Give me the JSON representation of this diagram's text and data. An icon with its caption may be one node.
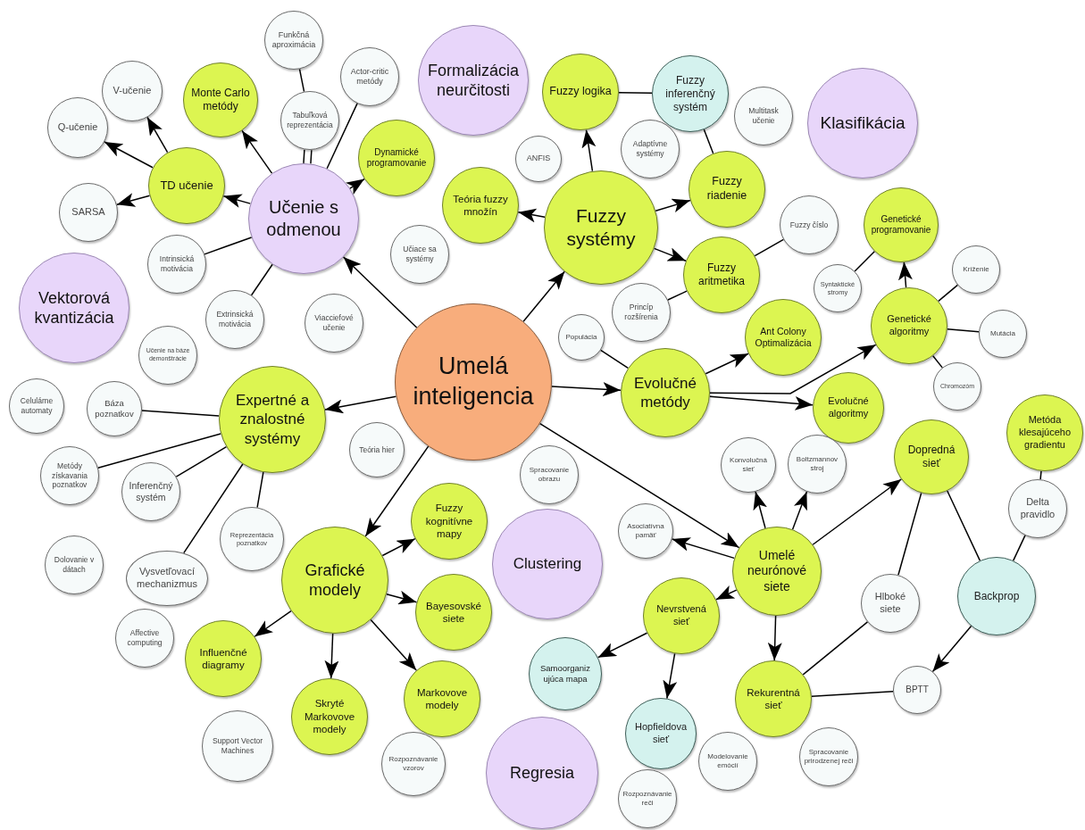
{
  "diagram": {
    "nodes": [
      {
        "text": [
          "Umelá inteligencia"
        ]
      },
      {
        "text": [
          "Učenie s odmenou"
        ]
      },
      {
        "text": [
          "Fuzzy systémy"
        ]
      },
      {
        "text": [
          "Evolučné metódy"
        ]
      },
      {
        "text": [
          "Expertné a znalostné systémy"
        ]
      },
      {
        "text": [
          "Grafické modely"
        ]
      },
      {
        "text": [
          "Umelé neurónové siete"
        ]
      },
      {
        "text": [
          "Funkčná aproximácia"
        ]
      },
      {
        "text": [
          "Formalizácia neurčitosti"
        ]
      },
      {
        "text": [
          "Actor-critic metódy"
        ]
      },
      {
        "text": [
          "V-učenie"
        ]
      },
      {
        "text": [
          "Monte Carlo metódy"
        ]
      },
      {
        "text": [
          "Fuzzy logika"
        ]
      },
      {
        "text": [
          "Fuzzy inferenčný systém"
        ]
      },
      {
        "text": [
          "Tabuľková reprezentácia"
        ]
      },
      {
        "text": [
          "Multitask učenie"
        ]
      },
      {
        "text": [
          "Klasifikácia"
        ]
      },
      {
        "text": [
          "Q-učenie"
        ]
      },
      {
        "text": [
          "Dynamické programovanie"
        ]
      },
      {
        "text": [
          "ANFIS"
        ]
      },
      {
        "text": [
          "Adaptívne systémy"
        ]
      },
      {
        "text": [
          "TD učenie"
        ]
      },
      {
        "text": [
          "Teória fuzzy množín"
        ]
      },
      {
        "text": [
          "Fuzzy riadenie"
        ]
      },
      {
        "text": [
          "SARSA"
        ]
      },
      {
        "text": [
          "Genetické programovanie"
        ]
      },
      {
        "text": [
          "Fuzzy číslo"
        ]
      },
      {
        "text": [
          "Učiace sa systémy"
        ]
      },
      {
        "text": [
          "Intrinsická motivácia"
        ]
      },
      {
        "text": [
          "Fuzzy aritmetika"
        ]
      },
      {
        "text": [
          "Kríženie"
        ]
      },
      {
        "text": [
          "Syntaktické stromy"
        ]
      },
      {
        "text": [
          "Vektorová kvantizácia"
        ]
      },
      {
        "text": [
          "Princíp rozšírenia"
        ]
      },
      {
        "text": [
          "Extrinsická motivácia"
        ]
      },
      {
        "text": [
          "Viacciefové učenie"
        ]
      },
      {
        "text": [
          "Genetické algoritmy"
        ]
      },
      {
        "text": [
          "Mutácia"
        ]
      },
      {
        "text": [
          "Populácia"
        ]
      },
      {
        "text": [
          "Ant Colony Optimalizácia"
        ]
      },
      {
        "text": [
          "Učenie na báze demonštrácie"
        ]
      },
      {
        "text": [
          "Chromozóm"
        ]
      },
      {
        "text": [
          "Evolučné algoritmy"
        ]
      },
      {
        "text": [
          "Celulárne automaty"
        ]
      },
      {
        "text": [
          "Báza poznatkov"
        ]
      },
      {
        "text": [
          "Teória hier"
        ]
      },
      {
        "text": [
          "Metóda klesajúceho gradientu"
        ]
      },
      {
        "text": [
          "Spracovanie obrazu"
        ]
      },
      {
        "text": [
          "Konvolučná sieť"
        ]
      },
      {
        "text": [
          "Boltzmannov stroj"
        ]
      },
      {
        "text": [
          "Dopredná sieť"
        ]
      },
      {
        "text": [
          "Metódy získavania poznatkov"
        ]
      },
      {
        "text": [
          "Inferenčný systém"
        ]
      },
      {
        "text": [
          "Delta pravidlo"
        ]
      },
      {
        "text": [
          "Fuzzy kognitívne mapy"
        ]
      },
      {
        "text": [
          "Reprezentácia poznatkov"
        ]
      },
      {
        "text": [
          "Asociatívna pamäť"
        ]
      },
      {
        "text": [
          "Dolovanie v dátach"
        ]
      },
      {
        "text": [
          "Vysvetľovací mechanizmus"
        ]
      },
      {
        "text": [
          "Clustering"
        ]
      },
      {
        "text": [
          "Bayesovské siete"
        ]
      },
      {
        "text": [
          "Hlboké siete"
        ]
      },
      {
        "text": [
          "Backprop"
        ]
      },
      {
        "text": [
          "Nevrstvená sieť"
        ]
      },
      {
        "text": [
          "Affective computing"
        ]
      },
      {
        "text": [
          "Influenčné diagramy"
        ]
      },
      {
        "text": [
          "Samoorganiz ujúca mapa"
        ]
      },
      {
        "text": [
          "Rekurentná sieť"
        ]
      },
      {
        "text": [
          "BPTT"
        ]
      },
      {
        "text": [
          "Markovove modely"
        ]
      },
      {
        "text": [
          "Skryté Markovove modely"
        ]
      },
      {
        "text": [
          "Hopfieldova sieť"
        ]
      },
      {
        "text": [
          "Support Vector Machines"
        ]
      },
      {
        "text": [
          "Spracovanie prirodzenej reči"
        ]
      },
      {
        "text": [
          "Modelovanie emócií"
        ]
      },
      {
        "text": [
          "Rozpoznávanie vzorov"
        ]
      },
      {
        "text": [
          "Regresia"
        ]
      },
      {
        "text": [
          "Rozpoznávanie reči"
        ]
      }
    ],
    "edges": [
      {
        "from": 0,
        "to": 1,
        "arrow": "to"
      },
      {
        "from": 0,
        "to": 2,
        "arrow": "to"
      },
      {
        "from": 0,
        "to": 3,
        "arrow": "to"
      },
      {
        "from": 0,
        "to": 4,
        "arrow": "to"
      },
      {
        "from": 0,
        "to": 5,
        "arrow": "to"
      },
      {
        "from": 0,
        "to": 6,
        "arrow": "to"
      },
      {
        "from": 1,
        "to": 21,
        "arrow": "to"
      },
      {
        "from": 1,
        "to": 11,
        "arrow": "to"
      },
      {
        "from": 1,
        "to": 18,
        "arrow": "to"
      },
      {
        "from": 1,
        "to": 14,
        "arrow": "none"
      },
      {
        "from": 1,
        "to": 14,
        "arrow": "none"
      },
      {
        "from": 14,
        "to": 7,
        "arrow": "none"
      },
      {
        "from": 1,
        "to": 9,
        "arrow": "none"
      },
      {
        "from": 1,
        "to": 28,
        "arrow": "none"
      },
      {
        "from": 1,
        "to": 34,
        "arrow": "none"
      },
      {
        "from": 21,
        "to": 17,
        "arrow": "to"
      },
      {
        "from": 21,
        "to": 10,
        "arrow": "to"
      },
      {
        "from": 21,
        "to": 24,
        "arrow": "to"
      },
      {
        "from": 2,
        "to": 12,
        "arrow": "to"
      },
      {
        "from": 2,
        "to": 22,
        "arrow": "to"
      },
      {
        "from": 2,
        "to": 23,
        "arrow": "to"
      },
      {
        "from": 2,
        "to": 29,
        "arrow": "to"
      },
      {
        "from": 12,
        "to": 13,
        "arrow": "none"
      },
      {
        "from": 13,
        "to": 23,
        "arrow": "none"
      },
      {
        "from": 29,
        "to": 26,
        "arrow": "none"
      },
      {
        "from": 29,
        "to": 33,
        "arrow": "none"
      },
      {
        "from": 3,
        "to": 38,
        "arrow": "none"
      },
      {
        "from": 3,
        "to": 39,
        "arrow": "to"
      },
      {
        "from": 3,
        "to": 36,
        "arrow": "to"
      },
      {
        "from": 3,
        "to": 42,
        "arrow": "to"
      },
      {
        "from": 36,
        "to": 25,
        "arrow": "to"
      },
      {
        "from": 25,
        "to": 31,
        "arrow": "none"
      },
      {
        "from": 36,
        "to": 30,
        "arrow": "none"
      },
      {
        "from": 36,
        "to": 37,
        "arrow": "none"
      },
      {
        "from": 36,
        "to": 41,
        "arrow": "none"
      },
      {
        "from": 4,
        "to": 44,
        "arrow": "none"
      },
      {
        "from": 4,
        "to": 51,
        "arrow": "none"
      },
      {
        "from": 4,
        "to": 52,
        "arrow": "none"
      },
      {
        "from": 4,
        "to": 58,
        "arrow": "none"
      },
      {
        "from": 4,
        "to": 55,
        "arrow": "none"
      },
      {
        "from": 5,
        "to": 54,
        "arrow": "to"
      },
      {
        "from": 5,
        "to": 60,
        "arrow": "to"
      },
      {
        "from": 5,
        "to": 69,
        "arrow": "to"
      },
      {
        "from": 5,
        "to": 70,
        "arrow": "to"
      },
      {
        "from": 5,
        "to": 65,
        "arrow": "to"
      },
      {
        "from": 6,
        "to": 48,
        "arrow": "to"
      },
      {
        "from": 6,
        "to": 49,
        "arrow": "to"
      },
      {
        "from": 6,
        "to": 50,
        "arrow": "to"
      },
      {
        "from": 6,
        "to": 56,
        "arrow": "to"
      },
      {
        "from": 6,
        "to": 63,
        "arrow": "to"
      },
      {
        "from": 6,
        "to": 67,
        "arrow": "to"
      },
      {
        "from": 63,
        "to": 66,
        "arrow": "to"
      },
      {
        "from": 63,
        "to": 71,
        "arrow": "to"
      },
      {
        "from": 50,
        "to": 61,
        "arrow": "none"
      },
      {
        "from": 50,
        "to": 62,
        "arrow": "none"
      },
      {
        "from": 46,
        "to": 53,
        "arrow": "none"
      },
      {
        "from": 53,
        "to": 62,
        "arrow": "none"
      },
      {
        "from": 62,
        "to": 68,
        "arrow": "to"
      },
      {
        "from": 67,
        "to": 61,
        "arrow": "none"
      },
      {
        "from": 67,
        "to": 68,
        "arrow": "none"
      }
    ]
  }
}
